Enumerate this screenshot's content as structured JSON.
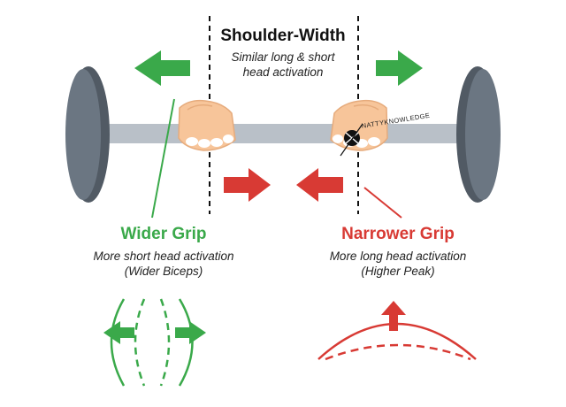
{
  "colors": {
    "green": "#3aa94a",
    "red": "#d83a34",
    "plate": "#6b7682",
    "plate_dark": "#515a64",
    "bar": "#b9c0c8",
    "skin": "#f7c59a",
    "guide_line": "#111111",
    "text_dark": "#222222"
  },
  "shoulder": {
    "title": "Shoulder-Width",
    "desc_line1": "Similar long & short",
    "desc_line2": "head activation"
  },
  "wider": {
    "title": "Wider Grip",
    "desc_line1": "More short head activation",
    "desc_line2": "(Wider Biceps)"
  },
  "narrower": {
    "title": "Narrower Grip",
    "desc_line1": "More long head activation",
    "desc_line2": "(Higher Peak)"
  },
  "watermark": {
    "text": "NATTYKNOWLEDGE"
  },
  "icons": [
    "barbell-icon",
    "hand-icon",
    "arrow-left-icon",
    "arrow-right-icon",
    "arrow-up-icon",
    "wide-biceps-icon",
    "peak-biceps-icon",
    "logo-icon"
  ]
}
